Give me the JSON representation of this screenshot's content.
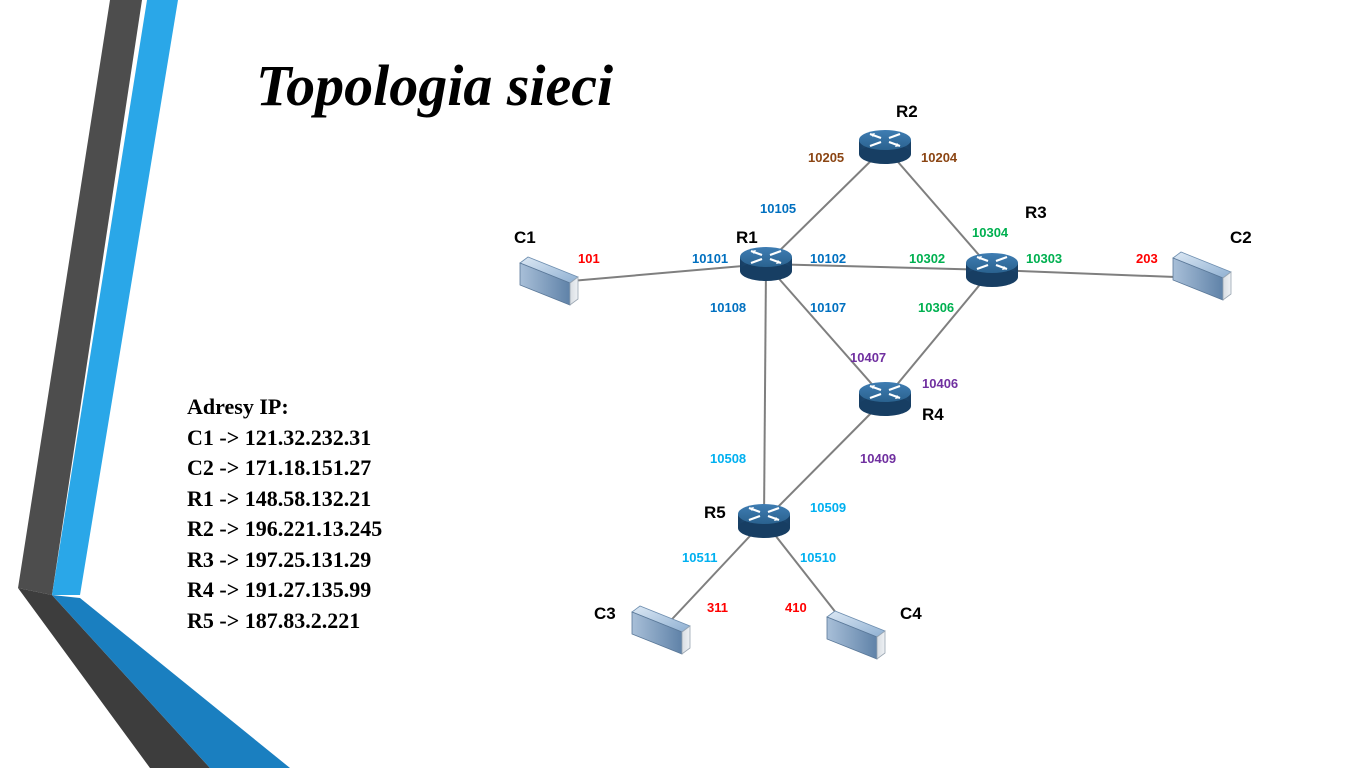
{
  "slide": {
    "title": "Topologia sieci"
  },
  "ip_list": {
    "heading": "Adresy IP:",
    "entries": [
      "C1 -> 121.32.232.31",
      "C2 -> 171.18.151.27",
      "R1 -> 148.58.132.21",
      "R2 -> 196.221.13.245",
      "R3 -> 197.25.131.29",
      "R4 -> 191.27.135.99",
      "R5 -> 187.83.2.221"
    ]
  },
  "colors": {
    "deco_dark": "#4d4d4d",
    "deco_blue": "#2aa7e8",
    "deco_blue_dark": "#1a7fc0",
    "link": "#7f7f7f",
    "port_red": "#ff0000",
    "port_blue": "#0070c0",
    "port_green": "#00b050",
    "port_purple": "#7030a0",
    "port_cyan": "#00b0f0",
    "port_brown": "#8b4513",
    "router": "#1f4e79"
  },
  "diagram": {
    "nodes": [
      {
        "id": "R1",
        "label": "R1",
        "kind": "router"
      },
      {
        "id": "R2",
        "label": "R2",
        "kind": "router"
      },
      {
        "id": "R3",
        "label": "R3",
        "kind": "router"
      },
      {
        "id": "R4",
        "label": "R4",
        "kind": "router"
      },
      {
        "id": "R5",
        "label": "R5",
        "kind": "router"
      },
      {
        "id": "C1",
        "label": "C1",
        "kind": "computer"
      },
      {
        "id": "C2",
        "label": "C2",
        "kind": "computer"
      },
      {
        "id": "C3",
        "label": "C3",
        "kind": "computer"
      },
      {
        "id": "C4",
        "label": "C4",
        "kind": "computer"
      }
    ],
    "links": [
      {
        "from": "C1",
        "to": "R1",
        "ports": [
          "101",
          "10101"
        ]
      },
      {
        "from": "R1",
        "to": "R2",
        "ports": [
          "10105",
          "10205"
        ]
      },
      {
        "from": "R2",
        "to": "R3",
        "ports": [
          "10204",
          "10304"
        ]
      },
      {
        "from": "R1",
        "to": "R3",
        "ports": [
          "10102",
          "10302"
        ]
      },
      {
        "from": "R3",
        "to": "C2",
        "ports": [
          "10303",
          "203"
        ]
      },
      {
        "from": "R1",
        "to": "R4",
        "ports": [
          "10107",
          "10407"
        ]
      },
      {
        "from": "R3",
        "to": "R4",
        "ports": [
          "10306",
          "10406"
        ]
      },
      {
        "from": "R1",
        "to": "R5",
        "ports": [
          "10108",
          "10508"
        ]
      },
      {
        "from": "R4",
        "to": "R5",
        "ports": [
          "10409",
          "10509"
        ]
      },
      {
        "from": "R5",
        "to": "C3",
        "ports": [
          "10511",
          "311"
        ]
      },
      {
        "from": "R5",
        "to": "C4",
        "ports": [
          "10510",
          "410"
        ]
      }
    ]
  }
}
